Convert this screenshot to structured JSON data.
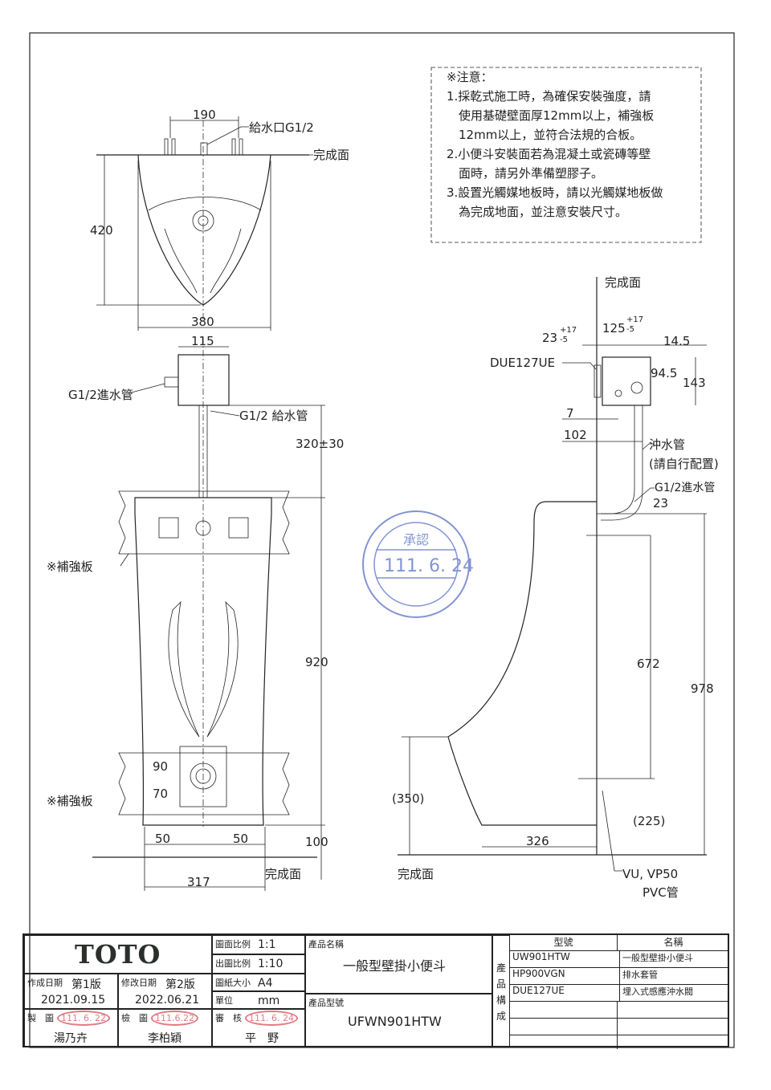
{
  "notes": {
    "title": "※注意：",
    "lines": [
      "1.採乾式施工時，為確保安裝強度，請",
      "　使用基礎壁面厚12mm以上，補強板",
      "　12mm以上，並符合法規的合板。",
      "2.小便斗安裝面若為混凝土或瓷磚等壁",
      "　面時，請另外準備塑膠子。",
      "3.設置光觸媒地板時，請以光觸媒地板做",
      "　為完成地面，並注意安裝尺寸。"
    ]
  },
  "top_view": {
    "dim_190": "190",
    "water_inlet": "給水口G1/2",
    "finish_surface": "完成面",
    "dim_420": "420",
    "dim_380": "380"
  },
  "front_view": {
    "dim_115": "115",
    "inlet_pipe": "G1/2進水管",
    "supply_pipe": "G1/2 給水管",
    "dim_320": "320±30",
    "reinforce_1": "※補強板",
    "reinforce_2": "※補強板",
    "dim_920": "920",
    "dim_90": "90",
    "dim_70": "70",
    "dim_50a": "50",
    "dim_50b": "50",
    "dim_100": "100",
    "finish_surface": "完成面",
    "dim_317": "317"
  },
  "side_view": {
    "finish_surface_top": "完成面",
    "dim_23": "23",
    "tol_23_up": "+17",
    "tol_23_down": "-5",
    "dim_125": "125",
    "tol_125_up": "+17",
    "tol_125_down": "-5",
    "dim_14_5": "14.5",
    "valve": "DUE127UE",
    "dim_94_5": "94.5",
    "dim_143": "143",
    "dim_7": "7",
    "dim_102": "102",
    "flush_pipe": "沖水管",
    "flush_note": "(請自行配置)",
    "inlet_pipe": "G1/2進水管",
    "dim_23b": "23",
    "dim_672": "672",
    "dim_978": "978",
    "dim_350": "(350)",
    "dim_225": "(225)",
    "dim_326": "326",
    "finish_surface": "完成面",
    "drain": "VU, VP50",
    "drain_type": "PVC管"
  },
  "approval_stamp": {
    "text": "承認",
    "date": "111. 6. 24"
  },
  "title_block": {
    "brand": "TOTO",
    "scale_label": "圖面比例",
    "scale": "1:1",
    "print_scale_label": "出圖比例",
    "print_scale": "1:10",
    "paper_label": "圖紙大小",
    "paper": "A4",
    "unit_label": "單位",
    "unit": "mm",
    "created_label": "作成日期",
    "created_version": "第1版",
    "created_date": "2021.09.15",
    "modified_label": "修改日期",
    "modified_version": "第2版",
    "modified_date": "2022.06.21",
    "drawn_label": "製　圖",
    "drawn_by": "湯乃卉",
    "drawn_stamp": "111. 6. 22",
    "checked_label": "檢　圖",
    "checked_by": "李柏穎",
    "checked_stamp": "111.6.22",
    "approved_label": "審　核",
    "approved_by": "平　野",
    "approved_stamp": "111. 6. 24",
    "product_name_label": "產品名稱",
    "product_name": "一般型壁掛小便斗",
    "product_model_label": "產品型號",
    "product_model": "UFWN901HTW",
    "composition_label": "產品構成",
    "parts_header": [
      "型號",
      "名稱"
    ],
    "parts": [
      {
        "model": "UW901HTW",
        "name": "一般型壁掛小便斗"
      },
      {
        "model": "HP900VGN",
        "name": "排水套管"
      },
      {
        "model": "DUE127UE",
        "name": "埋入式感應沖水閥"
      }
    ]
  },
  "colors": {
    "stamp_red": "#d8424f",
    "stamp_blue": "#5a70c8"
  }
}
